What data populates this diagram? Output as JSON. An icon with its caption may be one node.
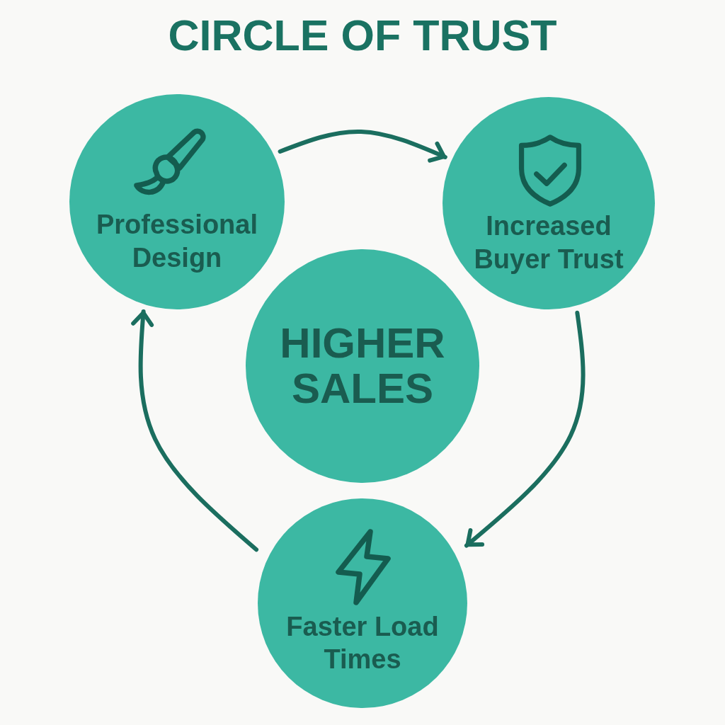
{
  "diagram": {
    "title": "CIRCLE OF TRUST",
    "nodes": [
      {
        "text": [
          "Professional Design"
        ]
      },
      {
        "text": [
          "Increased Buyer Trust"
        ]
      },
      {
        "text": [
          "HIGHER SALES"
        ]
      },
      {
        "text": [
          "Faster Load Times"
        ]
      }
    ],
    "edges": [
      {
        "from": 0,
        "to": 1,
        "arrow": "to"
      },
      {
        "from": 1,
        "to": 3,
        "arrow": "to"
      },
      {
        "from": 3,
        "to": 0,
        "arrow": "to"
      }
    ]
  }
}
